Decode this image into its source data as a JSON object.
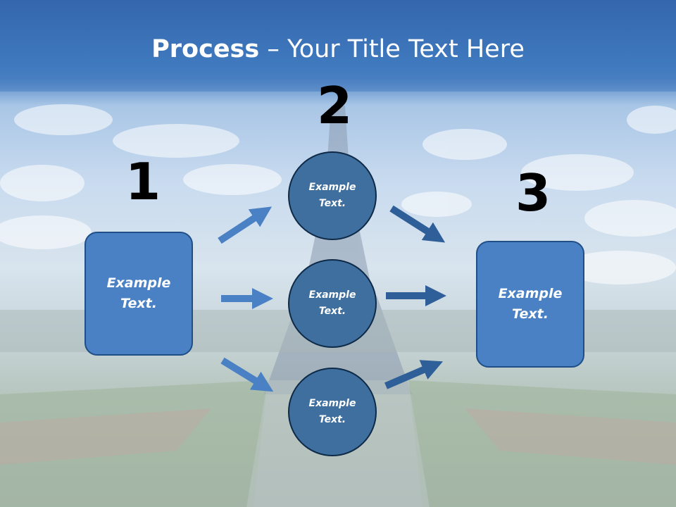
{
  "title": {
    "bold": "Process",
    "rest": " – Your Title Text Here"
  },
  "steps": {
    "one": {
      "number": "1",
      "label": "Example\nText."
    },
    "two": {
      "number": "2"
    },
    "three": {
      "number": "3",
      "label": "Example\nText."
    }
  },
  "circles": [
    {
      "label": "Example\nText."
    },
    {
      "label": "Example\nText."
    },
    {
      "label": "Example\nText."
    }
  ],
  "colors": {
    "title_band": "#3466ad",
    "box_fill": "#4a80c4",
    "circle_fill": "#3e6f9f",
    "arrow_left": "#4a80c4",
    "arrow_right": "#2f5f98"
  }
}
